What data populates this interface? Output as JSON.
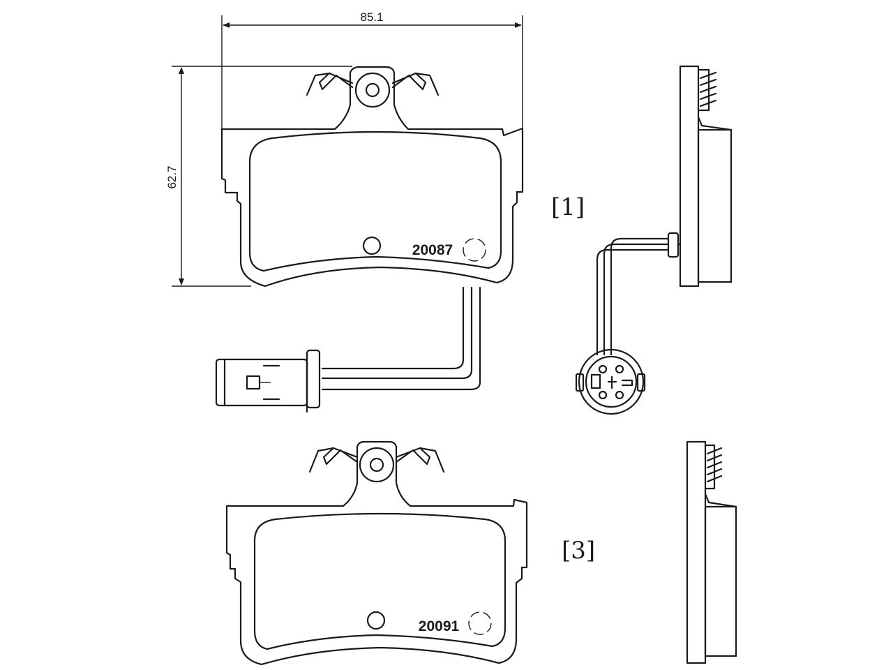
{
  "dimensions": {
    "width": "85.1",
    "height": "62.7"
  },
  "pads": [
    {
      "ref": "[1]",
      "code": "20087",
      "wear_sensor": "yes"
    },
    {
      "ref": "[3]",
      "code": "20091",
      "wear_sensor": "no"
    }
  ],
  "colors": {
    "line": "#1a1a1a",
    "background": "#ffffff"
  }
}
